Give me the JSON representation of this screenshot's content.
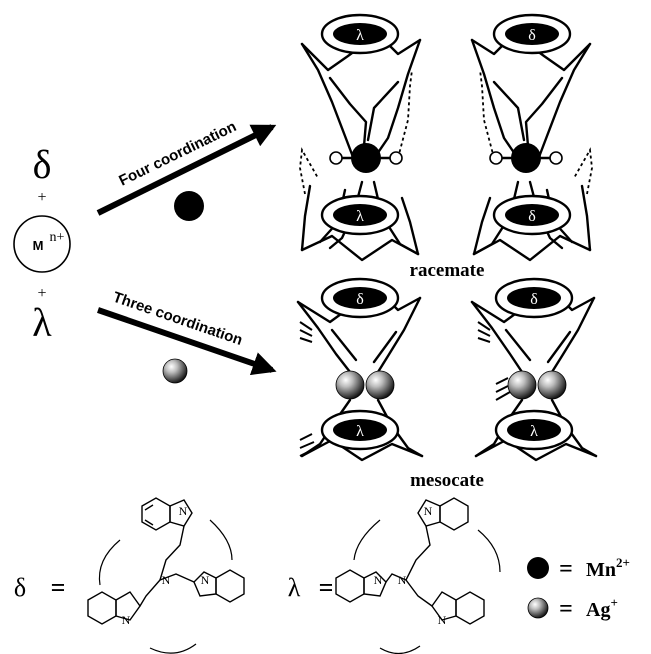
{
  "left": {
    "delta": "δ",
    "plus_top": "+",
    "metal_symbol": "M",
    "metal_charge": "n+",
    "plus_bottom": "+",
    "lambda": "λ"
  },
  "arrows": {
    "four": "Four coordination",
    "three": "Three coordination"
  },
  "racemate": {
    "label": "racemate",
    "left_top": "λ",
    "left_bottom": "λ",
    "right_top": "δ",
    "right_bottom": "δ"
  },
  "mesocate": {
    "label": "mesocate",
    "left_top": "δ",
    "left_bottom": "λ",
    "right_top": "δ",
    "right_bottom": "λ"
  },
  "legend": {
    "delta_def": "δ",
    "lambda_def": "λ",
    "equals": "=",
    "mn_base": "Mn",
    "mn_charge": "2+",
    "ag_base": "Ag",
    "ag_charge": "+"
  },
  "ligand": {
    "n_label": "N"
  },
  "colors": {
    "ink": "#000000",
    "paper": "#ffffff"
  }
}
